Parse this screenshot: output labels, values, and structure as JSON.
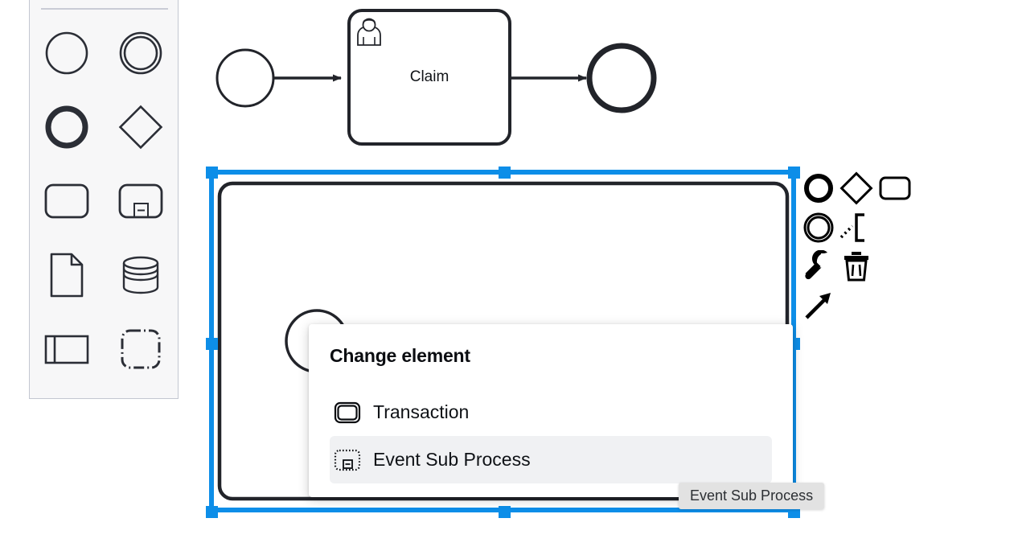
{
  "colors": {
    "selection_blue": "#0d8ee8",
    "stroke_dark": "#22242a",
    "palette_bg": "#f7f7f8",
    "palette_border": "#c3c7d1",
    "menu_highlight": "#f0f1f3",
    "tooltip_bg": "#e2e2e2"
  },
  "palette": {
    "name": "bpmn-palette",
    "items": [
      {
        "icon": "start-event-icon",
        "label": "Create start event"
      },
      {
        "icon": "intermediate-event-icon",
        "label": "Create intermediate/boundary event"
      },
      {
        "icon": "end-event-icon",
        "label": "Create end event"
      },
      {
        "icon": "gateway-icon",
        "label": "Create gateway"
      },
      {
        "icon": "task-icon",
        "label": "Create task"
      },
      {
        "icon": "collapsed-subprocess-icon",
        "label": "Create expanded sub-process"
      },
      {
        "icon": "data-object-icon",
        "label": "Create data object reference"
      },
      {
        "icon": "data-store-icon",
        "label": "Create data store reference"
      },
      {
        "icon": "participant-icon",
        "label": "Create pool/participant"
      },
      {
        "icon": "group-icon",
        "label": "Create group"
      }
    ]
  },
  "diagram": {
    "start_event": {
      "name": "start-event-shape",
      "label": ""
    },
    "task": {
      "name": "user-task-claim",
      "label": "Claim",
      "marker": "user-task-icon"
    },
    "end_event": {
      "name": "end-event-shape",
      "label": ""
    },
    "subprocess": {
      "name": "expanded-subprocess-shape",
      "label": "",
      "selected": true
    },
    "inner_start_event": {
      "name": "inner-start-event-shape",
      "label": ""
    }
  },
  "context_pad": {
    "name": "context-pad",
    "items": [
      {
        "icon": "append-end-event-icon",
        "label": "Append EndEvent"
      },
      {
        "icon": "append-gateway-icon",
        "label": "Append Gateway"
      },
      {
        "icon": "append-task-icon",
        "label": "Append Task"
      },
      {
        "icon": "append-intermediate-event-icon",
        "label": "Append Intermediate/Boundary Event"
      },
      {
        "icon": "append-text-annotation-icon",
        "label": "Append TextAnnotation"
      },
      {
        "icon": "wrench-icon",
        "label": "Change element"
      },
      {
        "icon": "trash-icon",
        "label": "Remove"
      },
      {
        "icon": "connect-arrow-icon",
        "label": "Connect"
      }
    ]
  },
  "dropdown": {
    "name": "change-element-menu",
    "title": "Change element",
    "options": [
      {
        "icon": "transaction-icon",
        "label": "Transaction",
        "selected": false
      },
      {
        "icon": "event-subprocess-icon",
        "label": "Event Sub Process",
        "selected": true
      }
    ]
  },
  "tooltip": {
    "name": "hover-tooltip",
    "text": "Event Sub Process"
  }
}
